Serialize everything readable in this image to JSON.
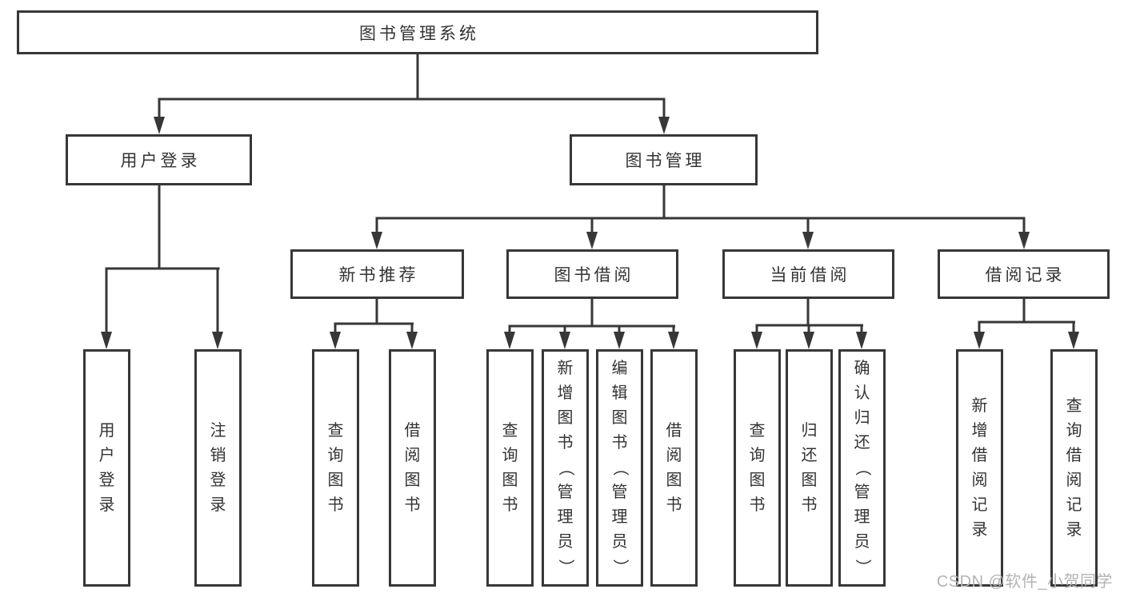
{
  "diagram": {
    "root": "图书管理系统",
    "level1": {
      "user_login": "用户登录",
      "book_management": "图书管理"
    },
    "level2": {
      "new_book_recommend": "新书推荐",
      "book_borrow": "图书借阅",
      "current_borrow": "当前借阅",
      "borrow_record": "借阅记录"
    },
    "leaves": {
      "user_login": [
        "用户登录",
        "注销登录"
      ],
      "new_book_recommend": [
        "查询图书",
        "借阅图书"
      ],
      "book_borrow": [
        "查询图书",
        "新增图书（管理员）",
        "编辑图书（管理员）",
        "借阅图书"
      ],
      "current_borrow": [
        "查询图书",
        "归还图书",
        "确认归还（管理员）"
      ],
      "borrow_record": [
        "新增借阅记录",
        "查询借阅记录"
      ]
    }
  },
  "watermark": "CSDN @软件_小贺同学",
  "colors": {
    "line": "#373737",
    "text": "#333333",
    "watermark": "#b3b3b3",
    "background": "#ffffff"
  }
}
